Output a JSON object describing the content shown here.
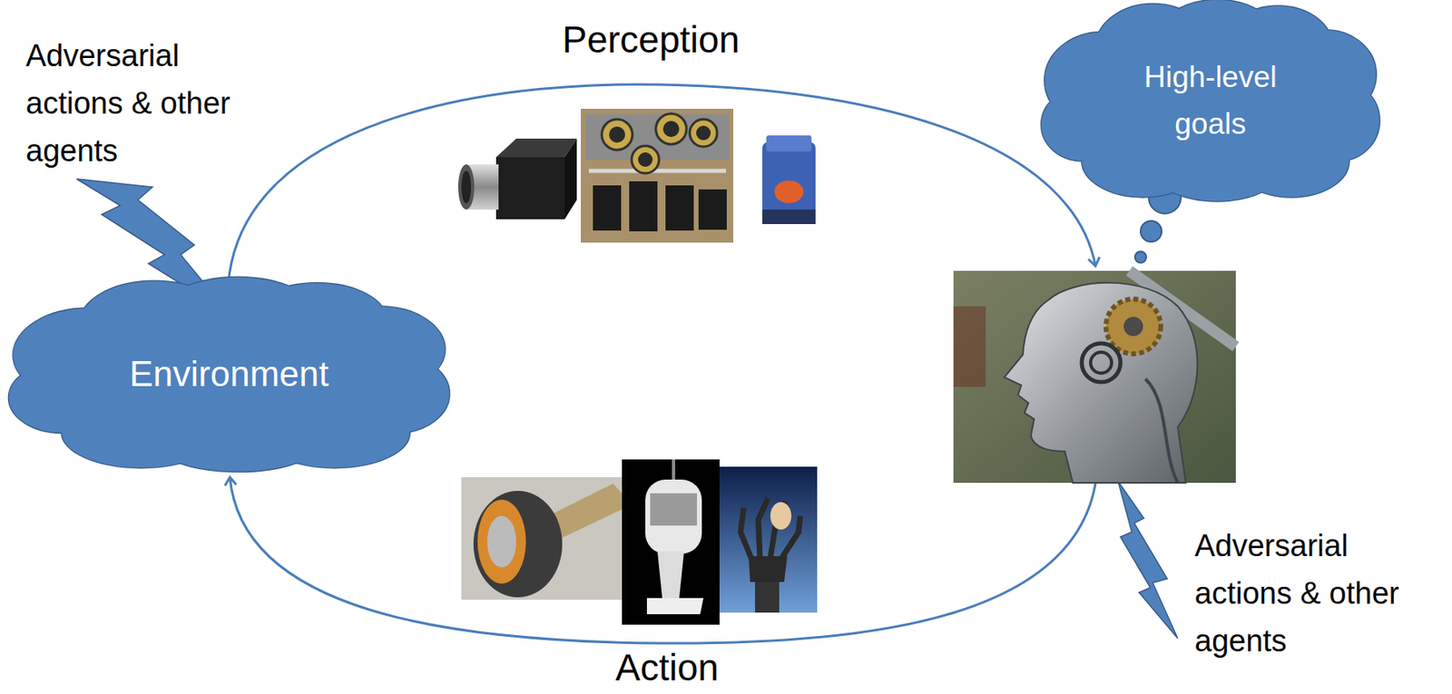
{
  "diagram": {
    "nodes": [
      {
        "text": [
          "High-level goals"
        ]
      },
      {
        "text": [
          "Environment"
        ]
      }
    ],
    "labels": [
      "Adversarial actions & other agents",
      "Perception",
      "Adversarial actions & other agents",
      "Action"
    ]
  }
}
